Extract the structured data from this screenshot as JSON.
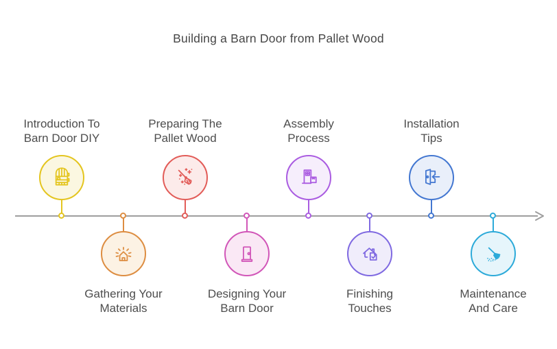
{
  "title": "Building a Barn Door from Pallet Wood",
  "timeline": {
    "color": "#9e9e9e",
    "arrow": "right"
  },
  "steps": [
    {
      "order": 1,
      "position": "top",
      "line1": "Introduction To",
      "line2": "Barn Door DIY",
      "icon": "barn-door-icon",
      "color": "#e4c51f",
      "fill": "#fbf7e1"
    },
    {
      "order": 2,
      "position": "bottom",
      "line1": "Gathering Your",
      "line2": "Materials",
      "icon": "house-rays-icon",
      "color": "#dd8d41",
      "fill": "#fcf2e4"
    },
    {
      "order": 3,
      "position": "top",
      "line1": "Preparing The",
      "line2": "Pallet Wood",
      "icon": "broom-sparkles-icon",
      "color": "#e25c58",
      "fill": "#fcebea"
    },
    {
      "order": 4,
      "position": "bottom",
      "line1": "Designing Your",
      "line2": "Barn Door",
      "icon": "door-icon",
      "color": "#d156b8",
      "fill": "#fae8f5"
    },
    {
      "order": 5,
      "position": "top",
      "line1": "Assembly",
      "line2": "Process",
      "icon": "door-box-icon",
      "color": "#aa5ce1",
      "fill": "#f6eefc"
    },
    {
      "order": 6,
      "position": "bottom",
      "line1": "Finishing",
      "line2": "Touches",
      "icon": "house-check-icon",
      "color": "#7f69e1",
      "fill": "#f0edfb"
    },
    {
      "order": 7,
      "position": "top",
      "line1": "Installation",
      "line2": "Tips",
      "icon": "door-enter-icon",
      "color": "#4377d1",
      "fill": "#e9effa"
    },
    {
      "order": 8,
      "position": "bottom",
      "line1": "Maintenance",
      "line2": "And Care",
      "icon": "duster-icon",
      "color": "#2caad9",
      "fill": "#e6f5fb"
    }
  ]
}
